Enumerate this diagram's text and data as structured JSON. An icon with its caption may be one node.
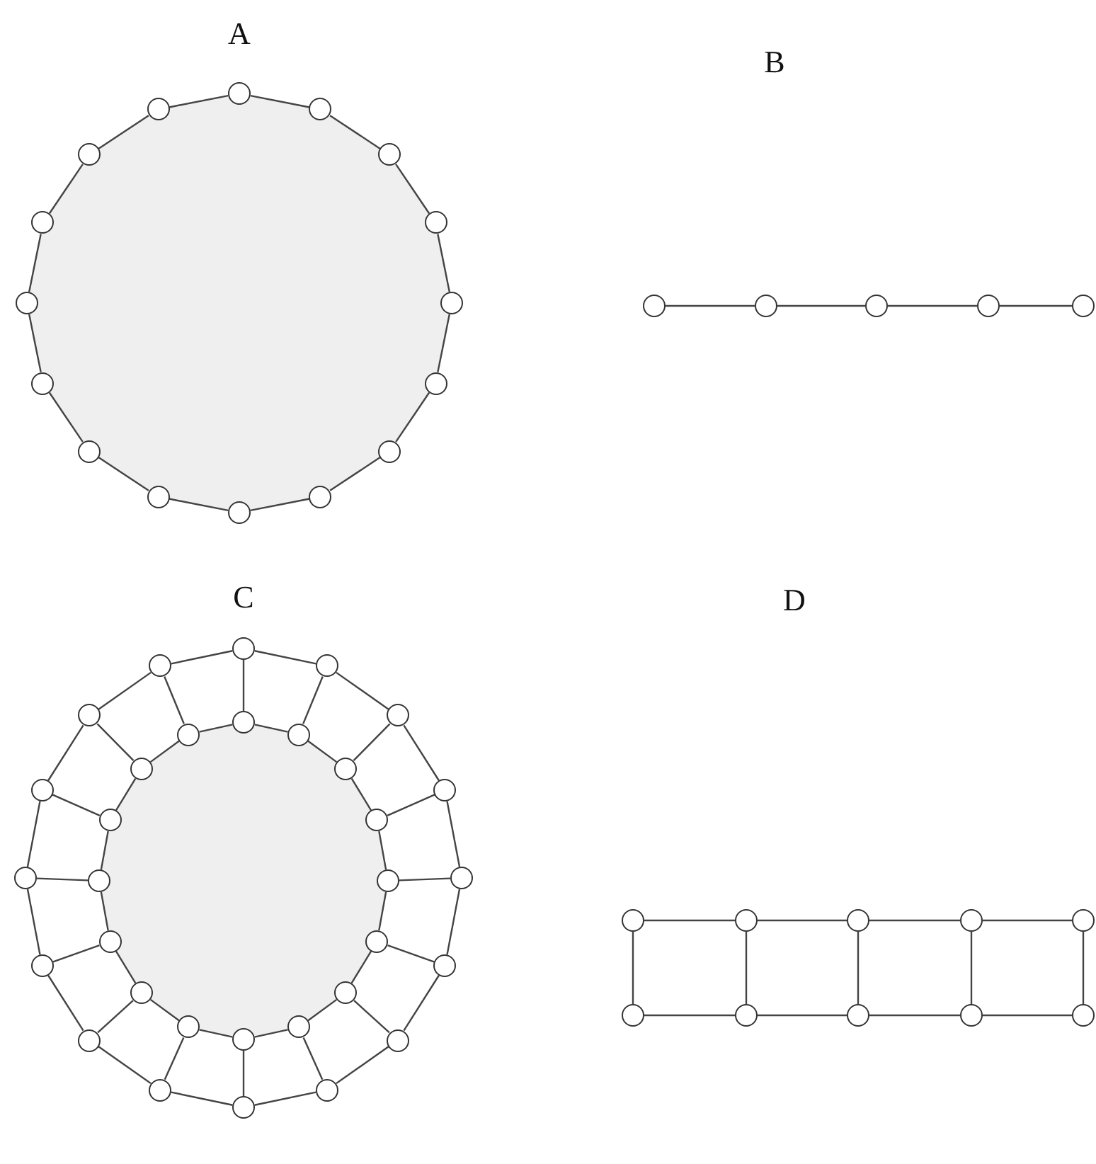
{
  "diagram": {
    "nodes": [
      {
        "text": [],
        "shape": "circle"
      },
      {
        "text": [],
        "shape": "circle"
      },
      {
        "text": [],
        "shape": "circle"
      },
      {
        "text": [],
        "shape": "circle"
      },
      {
        "text": [],
        "shape": "circle"
      },
      {
        "text": [],
        "shape": "circle"
      },
      {
        "text": [],
        "shape": "circle"
      },
      {
        "text": [],
        "shape": "circle"
      },
      {
        "text": [],
        "shape": "circle"
      },
      {
        "text": [],
        "shape": "circle"
      },
      {
        "text": [],
        "shape": "circle"
      },
      {
        "text": [],
        "shape": "circle"
      },
      {
        "text": [],
        "shape": "circle"
      },
      {
        "text": [],
        "shape": "circle"
      },
      {
        "text": [],
        "shape": "circle"
      },
      {
        "text": [],
        "shape": "circle"
      },
      {
        "text": [],
        "shape": "circle"
      },
      {
        "text": [],
        "shape": "circle"
      },
      {
        "text": [],
        "shape": "circle"
      },
      {
        "text": [],
        "shape": "circle"
      },
      {
        "text": [],
        "shape": "circle"
      },
      {
        "text": [],
        "shape": "circle"
      },
      {
        "text": [],
        "shape": "circle"
      },
      {
        "text": [],
        "shape": "circle"
      },
      {
        "text": [],
        "shape": "circle"
      },
      {
        "text": [],
        "shape": "circle"
      },
      {
        "text": [],
        "shape": "circle"
      },
      {
        "text": [],
        "shape": "circle"
      },
      {
        "text": [],
        "shape": "circle"
      },
      {
        "text": [],
        "shape": "circle"
      },
      {
        "text": [],
        "shape": "circle"
      },
      {
        "text": [],
        "shape": "circle"
      },
      {
        "text": [],
        "shape": "circle"
      },
      {
        "text": [],
        "shape": "circle"
      },
      {
        "text": [],
        "shape": "circle"
      },
      {
        "text": [],
        "shape": "circle"
      },
      {
        "text": [],
        "shape": "circle"
      },
      {
        "text": [],
        "shape": "circle"
      },
      {
        "text": [],
        "shape": "circle"
      },
      {
        "text": [],
        "shape": "circle"
      },
      {
        "text": [],
        "shape": "circle"
      },
      {
        "text": [],
        "shape": "circle"
      },
      {
        "text": [],
        "shape": "circle"
      },
      {
        "text": [],
        "shape": "circle"
      },
      {
        "text": [],
        "shape": "circle"
      },
      {
        "text": [],
        "shape": "circle"
      },
      {
        "text": [],
        "shape": "circle"
      },
      {
        "text": [],
        "shape": "circle"
      },
      {
        "text": [],
        "shape": "circle"
      },
      {
        "text": [],
        "shape": "circle"
      },
      {
        "text": [],
        "shape": "circle"
      },
      {
        "text": [],
        "shape": "circle"
      },
      {
        "text": [],
        "shape": "circle"
      },
      {
        "text": [],
        "shape": "circle"
      },
      {
        "text": [],
        "shape": "circle"
      },
      {
        "text": [],
        "shape": "circle"
      },
      {
        "text": [],
        "shape": "circle"
      },
      {
        "text": [],
        "shape": "circle"
      },
      {
        "text": [],
        "shape": "circle"
      },
      {
        "text": [],
        "shape": "circle"
      },
      {
        "text": [],
        "shape": "circle"
      },
      {
        "text": [],
        "shape": "circle"
      },
      {
        "text": [],
        "shape": "circle"
      }
    ],
    "edges": [
      {
        "from": 0,
        "to": 1,
        "arrow": "none"
      },
      {
        "from": 1,
        "to": 2,
        "arrow": "none"
      },
      {
        "from": 2,
        "to": 3,
        "arrow": "none"
      },
      {
        "from": 3,
        "to": 4,
        "arrow": "none"
      },
      {
        "from": 4,
        "to": 5,
        "arrow": "none"
      },
      {
        "from": 5,
        "to": 6,
        "arrow": "none"
      },
      {
        "from": 6,
        "to": 7,
        "arrow": "none"
      },
      {
        "from": 7,
        "to": 8,
        "arrow": "none"
      },
      {
        "from": 8,
        "to": 9,
        "arrow": "none"
      },
      {
        "from": 9,
        "to": 10,
        "arrow": "none"
      },
      {
        "from": 10,
        "to": 11,
        "arrow": "none"
      },
      {
        "from": 11,
        "to": 12,
        "arrow": "none"
      },
      {
        "from": 12,
        "to": 13,
        "arrow": "none"
      },
      {
        "from": 13,
        "to": 14,
        "arrow": "none"
      },
      {
        "from": 14,
        "to": 15,
        "arrow": "none"
      },
      {
        "from": 15,
        "to": 0,
        "arrow": "none"
      },
      {
        "from": 16,
        "to": 17,
        "arrow": "none"
      },
      {
        "from": 17,
        "to": 18,
        "arrow": "none"
      },
      {
        "from": 18,
        "to": 19,
        "arrow": "none"
      },
      {
        "from": 19,
        "to": 20,
        "arrow": "none"
      },
      {
        "from": 21,
        "to": 22,
        "arrow": "none"
      },
      {
        "from": 22,
        "to": 23,
        "arrow": "none"
      },
      {
        "from": 23,
        "to": 24,
        "arrow": "none"
      },
      {
        "from": 24,
        "to": 25,
        "arrow": "none"
      },
      {
        "from": 25,
        "to": 26,
        "arrow": "none"
      },
      {
        "from": 26,
        "to": 27,
        "arrow": "none"
      },
      {
        "from": 27,
        "to": 28,
        "arrow": "none"
      },
      {
        "from": 28,
        "to": 29,
        "arrow": "none"
      },
      {
        "from": 29,
        "to": 30,
        "arrow": "none"
      },
      {
        "from": 30,
        "to": 31,
        "arrow": "none"
      },
      {
        "from": 31,
        "to": 32,
        "arrow": "none"
      },
      {
        "from": 32,
        "to": 33,
        "arrow": "none"
      },
      {
        "from": 33,
        "to": 34,
        "arrow": "none"
      },
      {
        "from": 34,
        "to": 35,
        "arrow": "none"
      },
      {
        "from": 35,
        "to": 36,
        "arrow": "none"
      },
      {
        "from": 36,
        "to": 21,
        "arrow": "none"
      },
      {
        "from": 37,
        "to": 38,
        "arrow": "none"
      },
      {
        "from": 38,
        "to": 39,
        "arrow": "none"
      },
      {
        "from": 39,
        "to": 40,
        "arrow": "none"
      },
      {
        "from": 40,
        "to": 41,
        "arrow": "none"
      },
      {
        "from": 41,
        "to": 42,
        "arrow": "none"
      },
      {
        "from": 42,
        "to": 43,
        "arrow": "none"
      },
      {
        "from": 43,
        "to": 44,
        "arrow": "none"
      },
      {
        "from": 44,
        "to": 45,
        "arrow": "none"
      },
      {
        "from": 45,
        "to": 46,
        "arrow": "none"
      },
      {
        "from": 46,
        "to": 47,
        "arrow": "none"
      },
      {
        "from": 47,
        "to": 48,
        "arrow": "none"
      },
      {
        "from": 48,
        "to": 49,
        "arrow": "none"
      },
      {
        "from": 49,
        "to": 50,
        "arrow": "none"
      },
      {
        "from": 50,
        "to": 51,
        "arrow": "none"
      },
      {
        "from": 51,
        "to": 52,
        "arrow": "none"
      },
      {
        "from": 52,
        "to": 37,
        "arrow": "none"
      },
      {
        "from": 21,
        "to": 37,
        "arrow": "none"
      },
      {
        "from": 22,
        "to": 38,
        "arrow": "none"
      },
      {
        "from": 23,
        "to": 39,
        "arrow": "none"
      },
      {
        "from": 24,
        "to": 40,
        "arrow": "none"
      },
      {
        "from": 25,
        "to": 41,
        "arrow": "none"
      },
      {
        "from": 26,
        "to": 42,
        "arrow": "none"
      },
      {
        "from": 27,
        "to": 43,
        "arrow": "none"
      },
      {
        "from": 28,
        "to": 44,
        "arrow": "none"
      },
      {
        "from": 29,
        "to": 45,
        "arrow": "none"
      },
      {
        "from": 30,
        "to": 46,
        "arrow": "none"
      },
      {
        "from": 31,
        "to": 47,
        "arrow": "none"
      },
      {
        "from": 32,
        "to": 48,
        "arrow": "none"
      },
      {
        "from": 33,
        "to": 49,
        "arrow": "none"
      },
      {
        "from": 34,
        "to": 50,
        "arrow": "none"
      },
      {
        "from": 35,
        "to": 51,
        "arrow": "none"
      },
      {
        "from": 36,
        "to": 52,
        "arrow": "none"
      },
      {
        "from": 53,
        "to": 54,
        "arrow": "none"
      },
      {
        "from": 54,
        "to": 55,
        "arrow": "none"
      },
      {
        "from": 55,
        "to": 56,
        "arrow": "none"
      },
      {
        "from": 56,
        "to": 57,
        "arrow": "none"
      },
      {
        "from": 58,
        "to": 59,
        "arrow": "none"
      },
      {
        "from": 59,
        "to": 60,
        "arrow": "none"
      },
      {
        "from": 60,
        "to": 61,
        "arrow": "none"
      },
      {
        "from": 61,
        "to": 62,
        "arrow": "none"
      },
      {
        "from": 53,
        "to": 58,
        "arrow": "none"
      },
      {
        "from": 54,
        "to": 59,
        "arrow": "none"
      },
      {
        "from": 55,
        "to": 60,
        "arrow": "none"
      },
      {
        "from": 56,
        "to": 61,
        "arrow": "none"
      },
      {
        "from": 57,
        "to": 62,
        "arrow": "none"
      }
    ],
    "labels": [
      "A",
      "B",
      "C",
      "D"
    ]
  }
}
